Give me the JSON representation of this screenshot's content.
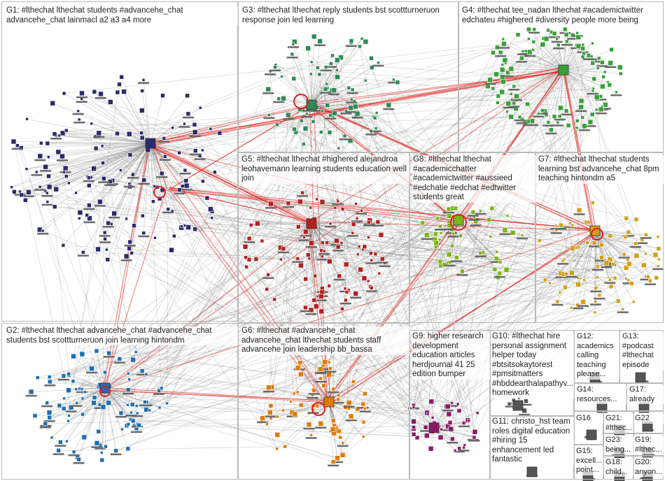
{
  "title": "#lthechat NodeXL network graph",
  "groups": [
    {
      "id": "G1",
      "text": "G1: #lthechat lthechat students #advancehe_chat advancehe_chat lainmacl a2 a3 a4 more",
      "color": "#2b2b6e"
    },
    {
      "id": "G2",
      "text": "G2: #lthechat lthechat advancehe_chat #advancehe_chat students bst scottturneruon join learning hintondm",
      "color": "#1f6fb2"
    },
    {
      "id": "G3",
      "text": "G3: #lthechat lthechat reply students bst scottturneruon response join led learning",
      "color": "#2e8b57"
    },
    {
      "id": "G4",
      "text": "G4: #lthechat tee_nadan lthechat #academictwitter edchateu #highered #diversity people more being",
      "color": "#3aa13a"
    },
    {
      "id": "G5",
      "text": "G5: #lthechat lthechat #highered alejandroa leohavemann learning students education well join",
      "color": "#b22222"
    },
    {
      "id": "G6",
      "text": "G6: #lthechat #advancehe_chat advancehe_chat lthechat students staff advancehe join leadership bb_bassa",
      "color": "#e07b00"
    },
    {
      "id": "G7",
      "text": "G7: #lthechat lthechat students learning bst advancehe_chat 8pm teaching hintondm a5",
      "color": "#d4a017"
    },
    {
      "id": "G8",
      "text": "G8: #lthechat lthechat #academicchatter #academictwitter #aussieed #edchatie #edchat #edtwitter students great",
      "color": "#7cb518"
    },
    {
      "id": "G9",
      "text": "G9: higher research development education articles herdjournal 41 25 edition bumper",
      "color": "#8b1a6b"
    },
    {
      "id": "G10",
      "text": "G10: #lthechat hire personal assignment helper today #btsitsokaytorest #pmsitmatters #hbddearthalapathyv... homework",
      "color": "#555555"
    },
    {
      "id": "G11",
      "text": "G11: christo_hst team roles digital education #hiring 15 enhancement led fantastic",
      "color": "#555555"
    },
    {
      "id": "G12",
      "text": "G12: academics calling teaching please...",
      "color": "#555555"
    },
    {
      "id": "G13",
      "text": "G13: #podcast #lthechat episode edburrito...",
      "color": "#555555"
    },
    {
      "id": "G14",
      "text": "G14: resources...",
      "color": "#555555"
    },
    {
      "id": "G15",
      "text": "G15: excell... point...",
      "color": "#555555"
    },
    {
      "id": "G16",
      "text": "G16",
      "color": "#555555"
    },
    {
      "id": "G17",
      "text": "G17: already",
      "color": "#555555"
    },
    {
      "id": "G18",
      "text": "G18: child...",
      "color": "#555555"
    },
    {
      "id": "G19",
      "text": "G19: #lthec...",
      "color": "#555555"
    },
    {
      "id": "G20",
      "text": "G20: anyon...",
      "color": "#555555"
    },
    {
      "id": "G21",
      "text": "G21: #lthec...",
      "color": "#555555"
    },
    {
      "id": "G22",
      "text": "G22",
      "color": "#555555"
    },
    {
      "id": "G23",
      "text": "G23: being...",
      "color": "#555555"
    }
  ]
}
